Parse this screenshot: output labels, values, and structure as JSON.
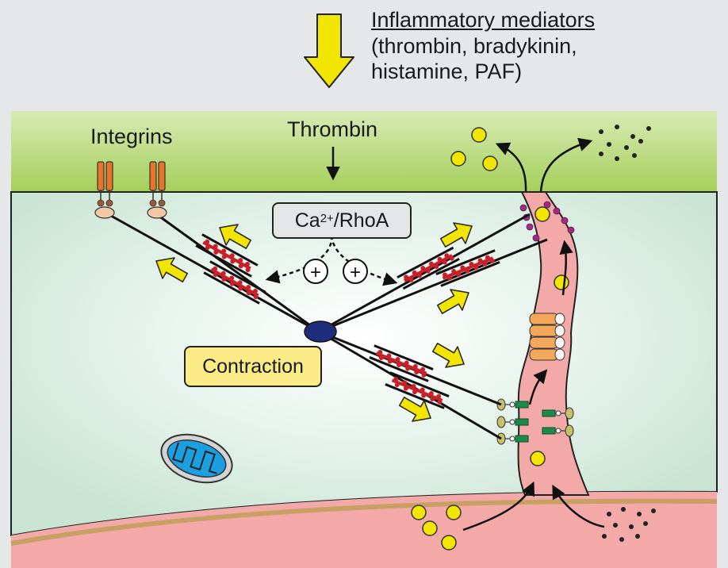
{
  "mediators": {
    "title": "Inflammatory mediators",
    "line1": "(thrombin, bradykinin,",
    "line2": "histamine, PAF)"
  },
  "labels": {
    "integrins": "Integrins",
    "thrombin": "Thrombin",
    "ca_prefix": "Ca",
    "ca_superscript": "2+",
    "ca_suffix": "/RhoA",
    "contraction": "Contraction",
    "plus": "+"
  },
  "colors": {
    "interstitium_green": "#a4cf5a",
    "cell_cytoplasm": "#dcefe4",
    "blood_pink": "#f4a9a9",
    "basement_tan": "#c8a064",
    "stress_fiber_red": "#c8202a",
    "arrow_yellow": "#f2e500",
    "integrin_orange": "#e8742a",
    "nucleus_navy": "#1f2e7a",
    "mitochondrion_blue": "#1aa0e0",
    "junction_green": "#1e8a4a",
    "gap_orange": "#f6a85a"
  }
}
